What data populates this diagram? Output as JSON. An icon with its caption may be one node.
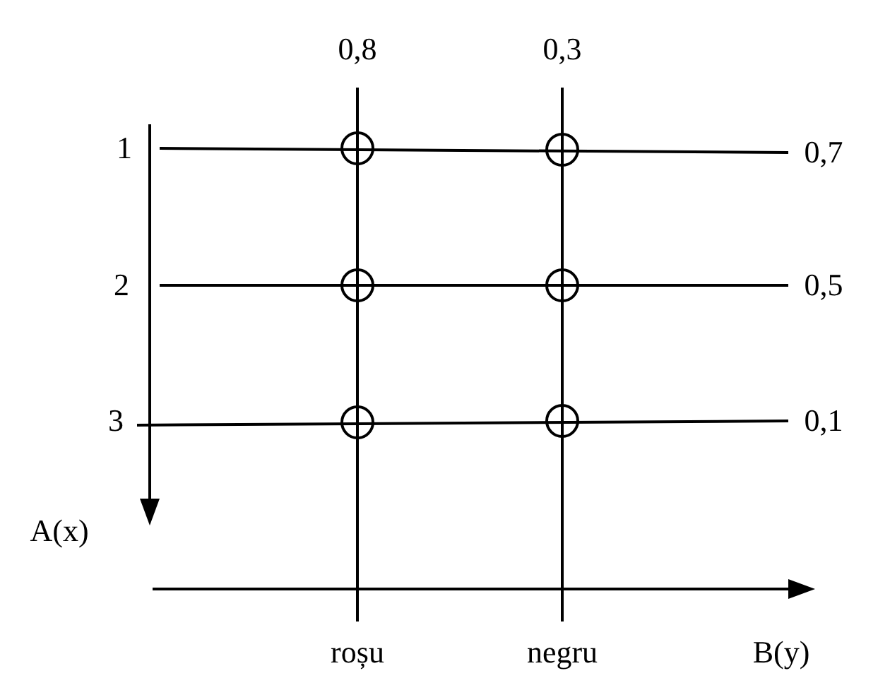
{
  "diagram": {
    "labels": [
      "0,8",
      "0,3",
      "1",
      "0,7",
      "2",
      "0,5",
      "3",
      "0,1",
      "A(x)",
      "roșu",
      "negru",
      "B(y)"
    ]
  }
}
